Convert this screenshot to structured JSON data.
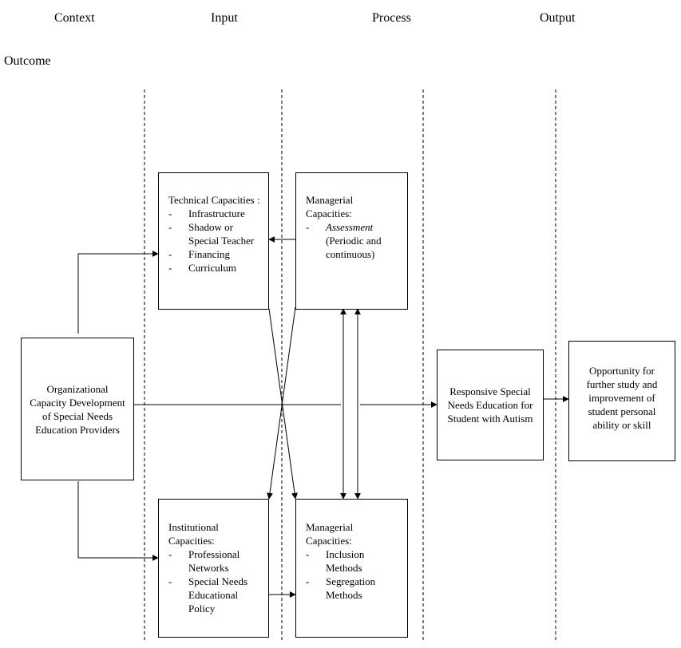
{
  "headers": {
    "context": "Context",
    "input": "Input",
    "process": "Process",
    "output": "Output",
    "outcome": "Outcome"
  },
  "boxes": {
    "org_capacity": "Organizational Capacity Development of Special Needs Education Providers",
    "technical": {
      "title": "Technical Capacities :",
      "items": [
        "Infrastructure",
        "Shadow or Special Teacher",
        "Financing",
        "Curriculum"
      ]
    },
    "managerial_top": {
      "title": "Managerial Capacities:",
      "items": [
        "Assessment",
        "(Periodic and continuous)"
      ]
    },
    "institutional": {
      "title": "Institutional Capacities:",
      "items": [
        "Professional Networks",
        "Special Needs Educational Policy"
      ]
    },
    "managerial_bottom": {
      "title": "Managerial Capacities:",
      "items": [
        "Inclusion Methods",
        "Segregation Methods"
      ]
    },
    "output": "Responsive Special Needs Education for Student with Autism",
    "outcome": "Opportunity for further study and improvement of student personal ability or skill"
  }
}
